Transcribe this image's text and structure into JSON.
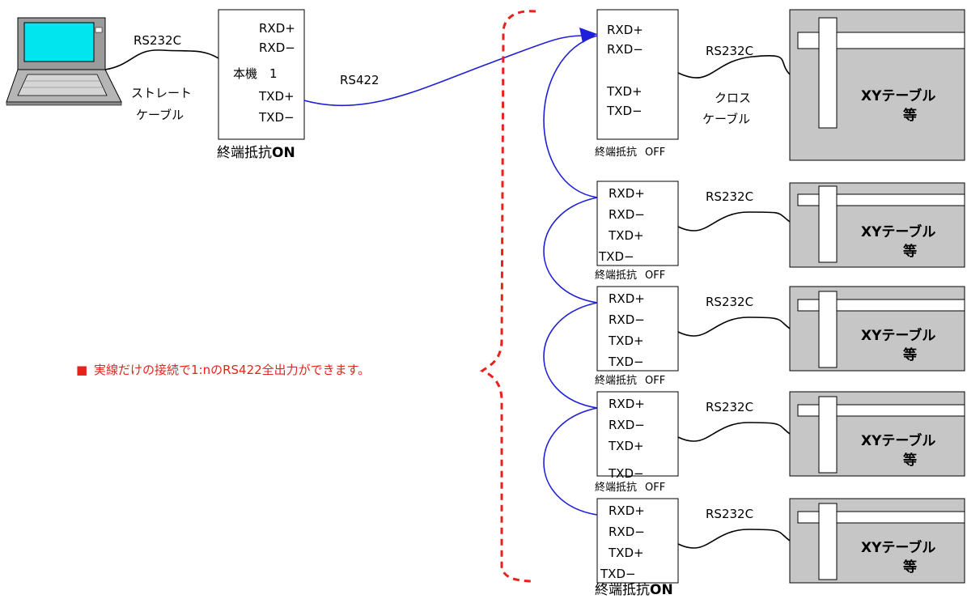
{
  "host": {
    "cable_top": "RS232C",
    "cable_straight_1": "ストレート",
    "cable_straight_2": "ケーブル",
    "pins": {
      "rxd_p": "RXD+",
      "rxd_m": "RXD−",
      "name": "本機　1",
      "txd_p": "TXD+",
      "txd_m": "TXD−"
    },
    "termination": "終端抵抗",
    "termination_on": "ON",
    "link_label": "RS422"
  },
  "note": {
    "bullet": "■",
    "text": "実線だけの接続で1:nのRS422全出力ができます。"
  },
  "devices": [
    {
      "pins": [
        "RXD+",
        "RXD−",
        "TXD+",
        "TXD−"
      ],
      "cable": "RS232C",
      "cable_extra": [
        "クロス",
        "ケーブル"
      ],
      "term": "終端抵抗",
      "term_state": "OFF",
      "equip": [
        "XYテーブル",
        "等"
      ]
    },
    {
      "pins": [
        "RXD+",
        "RXD−",
        "TXD+",
        "TXD−"
      ],
      "cable": "RS232C",
      "cable_extra": [],
      "term": "終端抵抗",
      "term_state": "OFF",
      "equip": [
        "XYテーブル",
        "等"
      ]
    },
    {
      "pins": [
        "RXD+",
        "RXD−",
        "TXD+",
        "TXD−"
      ],
      "cable": "RS232C",
      "cable_extra": [],
      "term": "終端抵抗",
      "term_state": "OFF",
      "equip": [
        "XYテーブル",
        "等"
      ]
    },
    {
      "pins": [
        "RXD+",
        "RXD−",
        "TXD+",
        "TXD−"
      ],
      "cable": "RS232C",
      "cable_extra": [],
      "term": "終端抵抗",
      "term_state": "OFF",
      "equip": [
        "XYテーブル",
        "等"
      ]
    },
    {
      "pins": [
        "RXD+",
        "RXD−",
        "TXD+",
        "TXD−"
      ],
      "cable": "RS232C",
      "cable_extra": [],
      "term": "終端抵抗",
      "term_state": "ON",
      "equip": [
        "XYテーブル",
        "等"
      ]
    }
  ],
  "colors": {
    "link": "#1f1fd8",
    "note": "#e8221b",
    "equipment": "#c6c6c6",
    "screen": "#00e5ee"
  }
}
